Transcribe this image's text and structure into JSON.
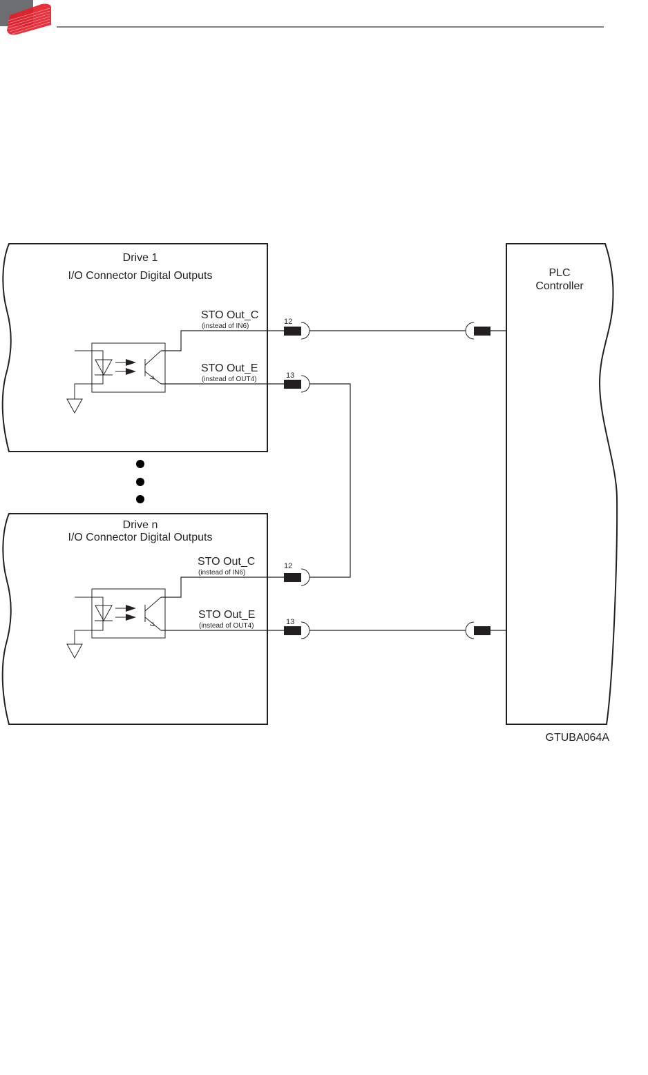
{
  "header": {
    "logo": "company-logo",
    "rule_color": "#808080",
    "logo_colors": {
      "red": "#e41e2b",
      "gray": "#6d6e71"
    }
  },
  "diagram": {
    "drive1": {
      "title": "Drive 1",
      "subtitle": "I/O Connector Digital Outputs",
      "out_c": {
        "label": "STO Out_C",
        "note": "(instead of IN6)",
        "pin": "12"
      },
      "out_e": {
        "label": "STO Out_E",
        "note": "(instead of OUT4)",
        "pin": "13"
      }
    },
    "driven": {
      "title": "Drive n",
      "subtitle": "I/O Connector Digital Outputs",
      "out_c": {
        "label": "STO Out_C",
        "note": "(instead of IN6)",
        "pin": "12"
      },
      "out_e": {
        "label": "STO Out_E",
        "note": "(instead of OUT4)",
        "pin": "13"
      }
    },
    "plc": {
      "line1": "PLC",
      "line2": "Controller"
    },
    "reference": "GTUBA064A",
    "ellipsis": "continuation-dots"
  }
}
